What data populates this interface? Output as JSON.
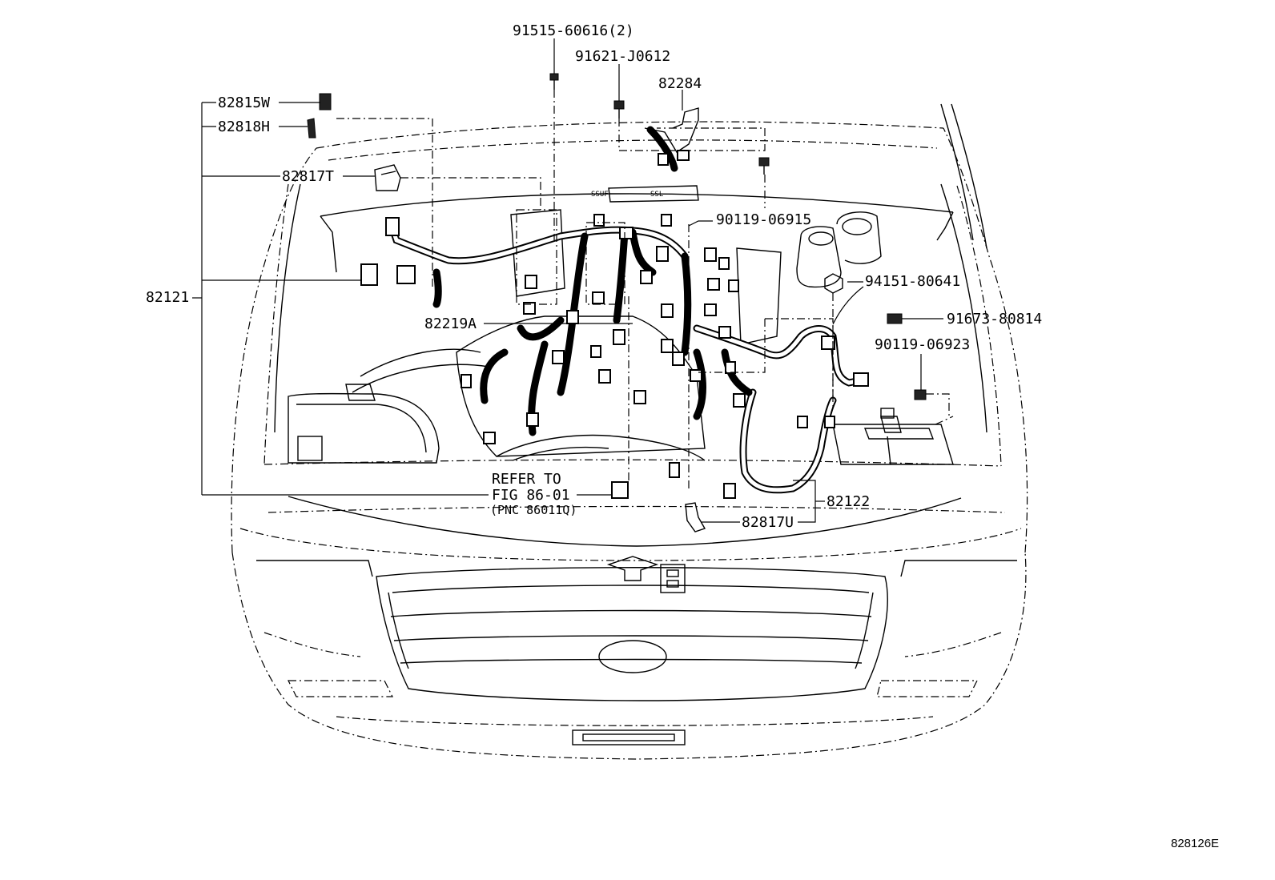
{
  "diagram_id": "828126E",
  "part_labels": {
    "p91515": "91515-60616(2)",
    "p91621": "91621-J0612",
    "p82284": "82284",
    "p82815W": "82815W",
    "p82818H": "82818H",
    "p82817T": "82817T",
    "p90119a": "90119-06915",
    "p82121": "82121",
    "p94151": "94151-80641",
    "p82219A": "82219A",
    "p91673": "91673-80814",
    "p90119b": "90119-06923",
    "p82122": "82122",
    "p82817U": "82817U"
  },
  "reference_note": {
    "line1": "REFER TO",
    "line2": "FIG 86-01",
    "line3": "(PNC 86011Q)"
  }
}
